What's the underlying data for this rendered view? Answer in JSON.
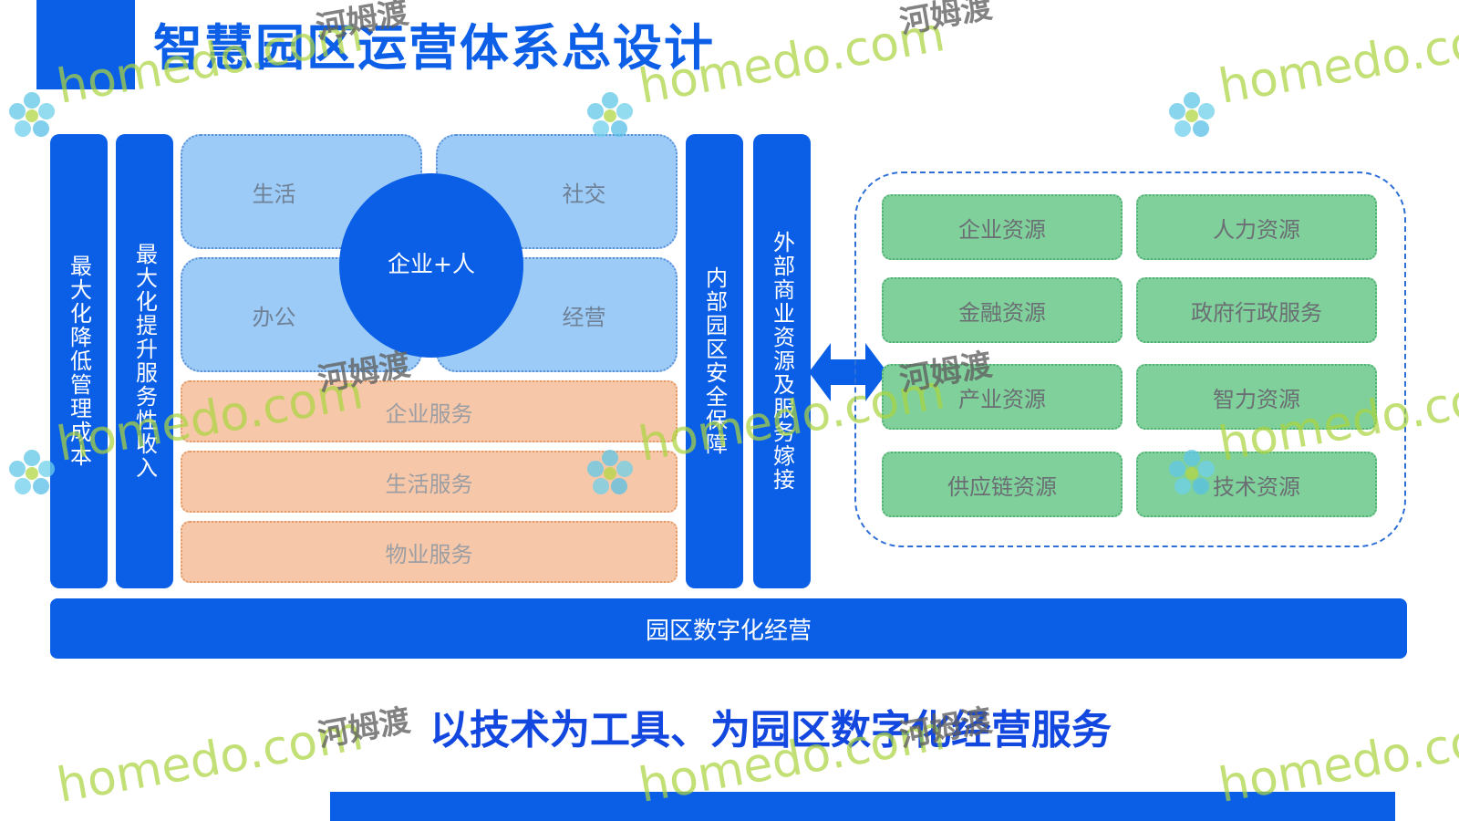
{
  "title": "智慧园区运营体系总设计",
  "left_bars": [
    "最大化降低管理成本",
    "最大化提升服务性收入"
  ],
  "quadrants": {
    "top_left": "生活",
    "top_right": "社交",
    "bottom_left": "办公",
    "bottom_right": "经营",
    "center": "企业+人"
  },
  "services": [
    "企业服务",
    "生活服务",
    "物业服务"
  ],
  "right_bars": [
    "内部园区安全保障",
    "外部商业资源及服务嫁接"
  ],
  "resources": [
    [
      "企业资源",
      "人力资源"
    ],
    [
      "金融资源",
      "政府行政服务"
    ],
    [
      "产业资源",
      "智力资源"
    ],
    [
      "供应链资源",
      "技术资源"
    ]
  ],
  "bottom_bar": "园区数字化经营",
  "slogan": "以技术为工具、为园区数字化经营服务",
  "watermark": {
    "latin": "homedo.com",
    "chinese": "河姆渡",
    "brand_color": "#a9d23f"
  },
  "colors": {
    "primary_blue": "#0b5fe6",
    "light_blue": "#9ccbf7",
    "peach": "#f6c8a9",
    "green": "#7fd09b"
  }
}
